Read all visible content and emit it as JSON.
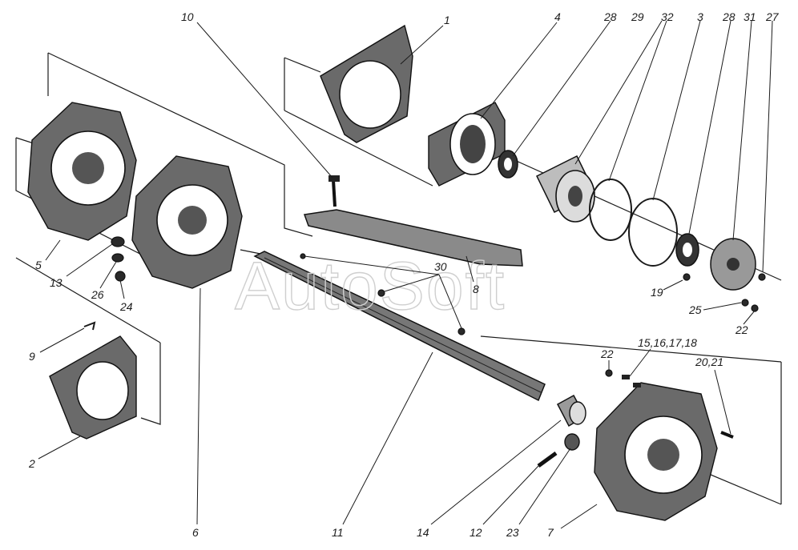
{
  "watermark": "AutoSoft",
  "callouts": {
    "c1": "1",
    "c2": "2",
    "c3": "3",
    "c4": "4",
    "c5": "5",
    "c6": "6",
    "c7": "7",
    "c8": "8",
    "c9": "9",
    "c10": "10",
    "c11": "11",
    "c12": "12",
    "c13": "13",
    "c14": "14",
    "c15_18": "15,16,17,18",
    "c19": "19",
    "c20_21": "20,21",
    "c22a": "22",
    "c22b": "22",
    "c23": "23",
    "c24": "24",
    "c25": "25",
    "c26": "26",
    "c27": "27",
    "c28a": "28",
    "c28b": "28",
    "c29": "29",
    "c30": "30",
    "c31": "31",
    "c32": "32"
  }
}
